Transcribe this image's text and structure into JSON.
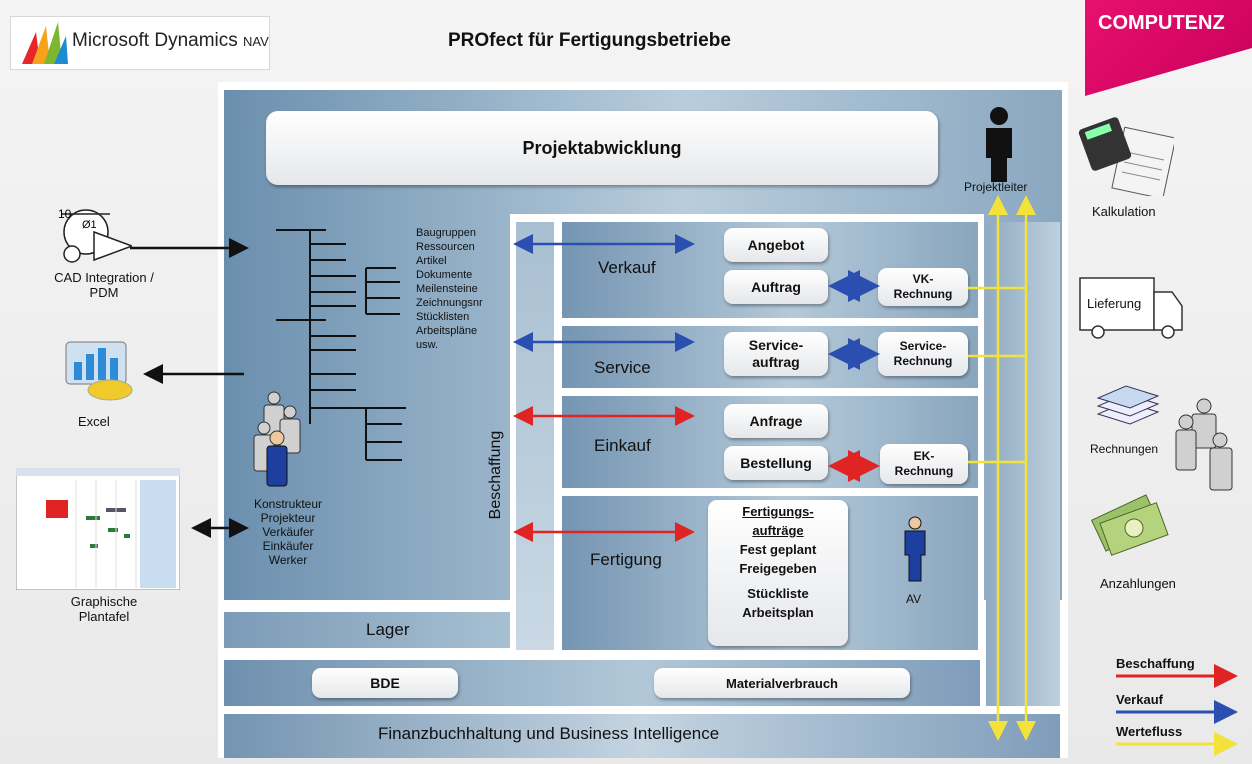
{
  "header": {
    "logo_text": "Microsoft Dynamics",
    "logo_suffix": "NAV",
    "title": "PROfect für Fertigungsbetriebe",
    "brand": "COMPUTENZ"
  },
  "main": {
    "projekt": "Projektabwicklung",
    "projektleiter": "Projektleiter",
    "items_list": [
      "Baugruppen",
      "Ressourcen",
      "Artikel",
      "Dokumente",
      "Meilensteine",
      "Zeichnungsnr",
      "Stücklisten",
      "Arbeitspläne",
      "usw."
    ],
    "roles": [
      "Konstrukteur",
      "Projekteur",
      "Verkäufer",
      "Einkäufer",
      "Werker"
    ],
    "beschaffung": "Beschaffung",
    "lager": "Lager",
    "verkauf": {
      "label": "Verkauf",
      "angebot": "Angebot",
      "auftrag": "Auftrag",
      "rechnung_1": "VK-",
      "rechnung_2": "Rechnung"
    },
    "service": {
      "label": "Service",
      "auftrag_1": "Service-",
      "auftrag_2": "auftrag",
      "rechnung_1": "Service-",
      "rechnung_2": "Rechnung"
    },
    "einkauf": {
      "label": "Einkauf",
      "anfrage": "Anfrage",
      "bestellung": "Bestellung",
      "rechnung_1": "EK-",
      "rechnung_2": "Rechnung"
    },
    "fertigung": {
      "label": "Fertigung",
      "box_1": "Fertigungs-",
      "box_2": "aufträge",
      "box_3": "Fest geplant",
      "box_4": "Freigegeben",
      "box_5": "Stückliste",
      "box_6": "Arbeitsplan",
      "av": "AV"
    },
    "bde": "BDE",
    "materialverbrauch": "Materialverbrauch",
    "fibu": "Finanzbuchhaltung und Business Intelligence"
  },
  "left": {
    "cad_1": "CAD Integration /",
    "cad_2": "PDM",
    "excel": "Excel",
    "plantafel_1": "Graphische",
    "plantafel_2": "Plantafel",
    "cad_glyph_1": "10",
    "cad_glyph_2": "Ø1"
  },
  "right": {
    "kalkulation": "Kalkulation",
    "lieferung": "Lieferung",
    "rechnungen": "Rechnungen",
    "anzahlungen": "Anzahlungen"
  },
  "legend": {
    "beschaffung": "Beschaffung",
    "verkauf": "Verkauf",
    "werte": "Wertefluss"
  },
  "colors": {
    "beschaffung": "#e02424",
    "verkauf": "#2b4fb0",
    "werte": "#f2e23a",
    "brand": "#e8106e"
  }
}
